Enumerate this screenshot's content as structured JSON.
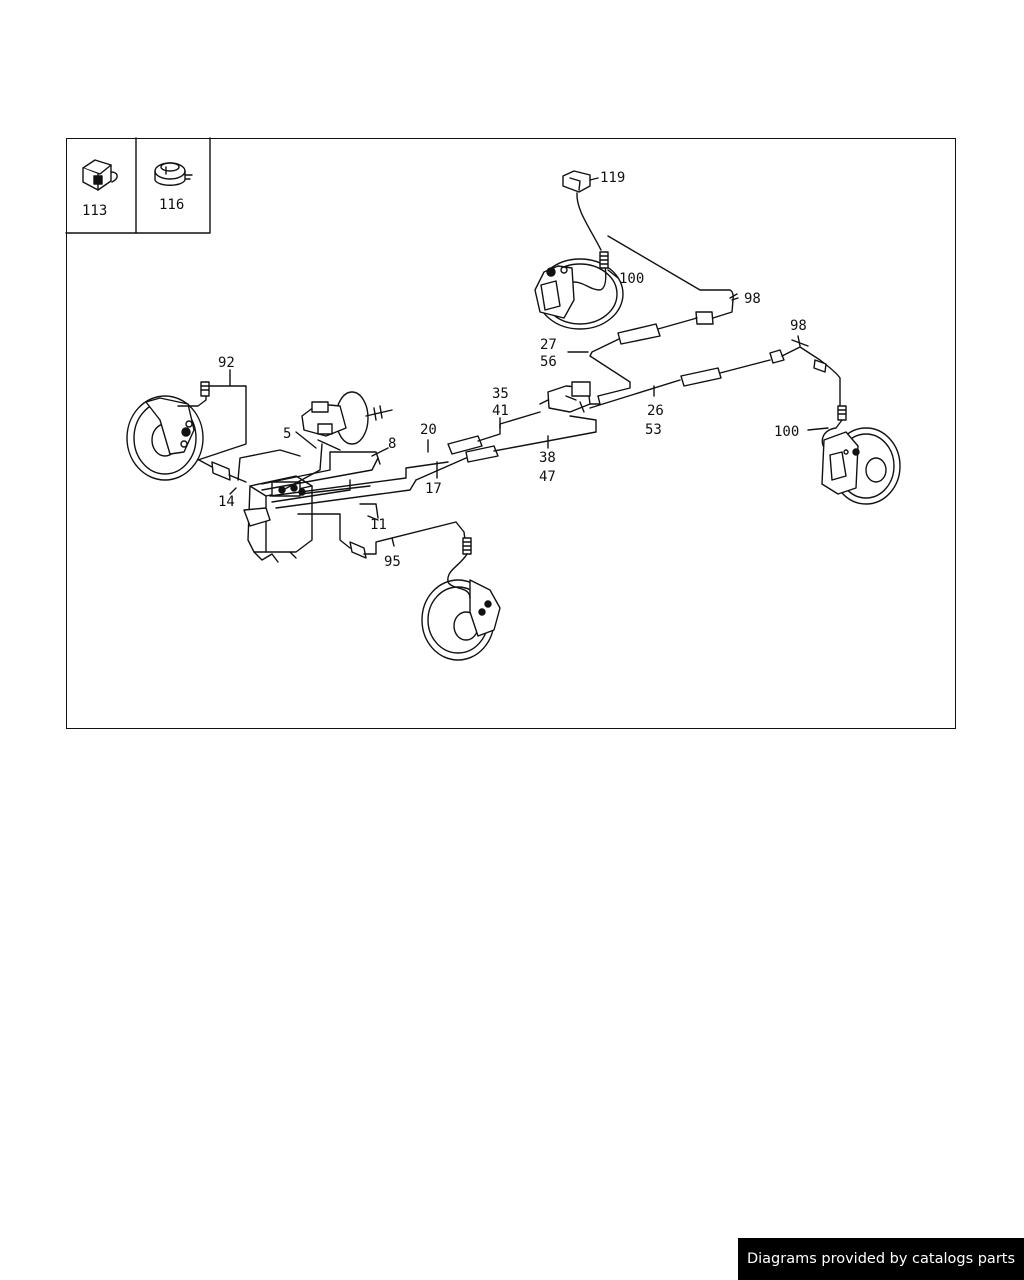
{
  "diagram": {
    "inset_labels": {
      "clip": "113",
      "grommet": "116"
    },
    "callouts": {
      "c119": "119",
      "c100_top": "100",
      "c98_top": "98",
      "c98_right": "98",
      "c27": "27",
      "c56": "56",
      "c35": "35",
      "c41": "41",
      "c26": "26",
      "c53": "53",
      "c100_right": "100",
      "c92": "92",
      "c5": "5",
      "c8": "8",
      "c20": "20",
      "c38": "38",
      "c47": "47",
      "c17": "17",
      "c14": "14",
      "c11": "11",
      "c95": "95"
    }
  },
  "footer": {
    "credit": "Diagrams provided by catalogs parts"
  }
}
